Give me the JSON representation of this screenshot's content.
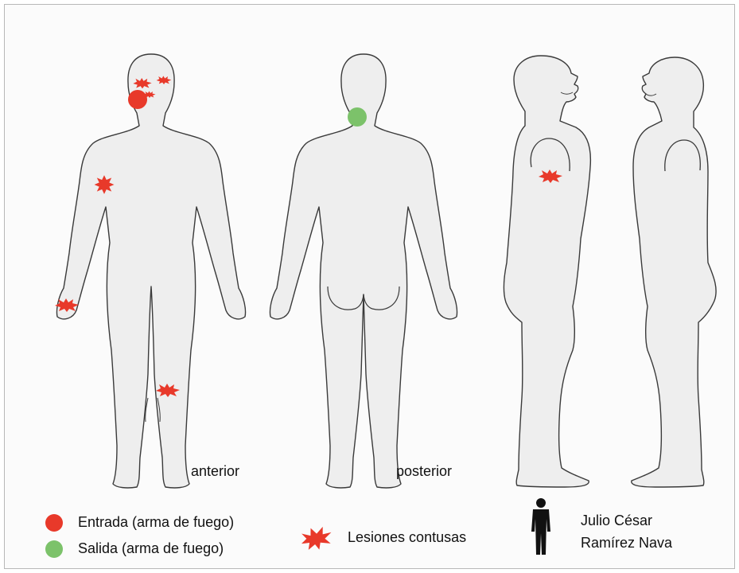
{
  "figure": {
    "views": {
      "anterior": "anterior",
      "posterior": "posterior"
    },
    "legend": {
      "entry_wound": {
        "label": "Entrada (arma de fuego)",
        "color": "#e8392a"
      },
      "exit_wound": {
        "label": "Salida (arma de fuego)",
        "color": "#7cc26a"
      },
      "blunt_injury": {
        "label": "Lesiones contusas",
        "color": "#e8392a"
      }
    },
    "subject": {
      "icon": "person-icon",
      "name_line1": "Julio César",
      "name_line2": "Ramírez Nava"
    },
    "colors": {
      "body_fill": "#eeeeee",
      "body_outline": "#3a3a3a",
      "injury_red": "#e8392a",
      "exit_green": "#7cc26a"
    }
  }
}
